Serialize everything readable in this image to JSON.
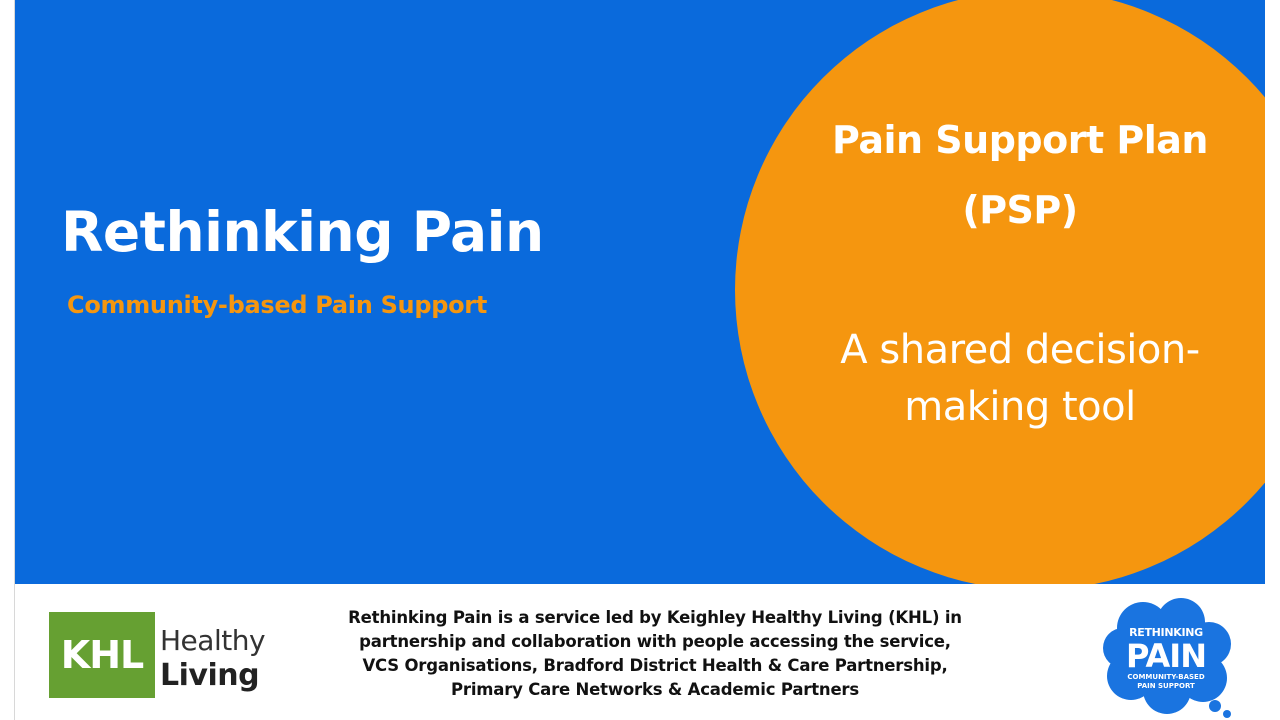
{
  "main": {
    "title": "Rethinking Pain",
    "subtitle": "Community-based Pain Support"
  },
  "circle": {
    "heading_line1": "Pain Support Plan",
    "heading_line2": "(PSP)",
    "tagline_line1": "A shared decision-",
    "tagline_line2": "making tool"
  },
  "footer": {
    "khl_logo": {
      "mark": "KHL",
      "word1": "Healthy",
      "word2": "Living"
    },
    "description_lines": [
      "Rethinking Pain is a service led by Keighley Healthy Living (KHL) in",
      "partnership and collaboration with people accessing the  service,",
      "VCS Organisations, Bradford District Health & Care Partnership,",
      "Primary Care Networks & Academic Partners"
    ],
    "rp_logo": {
      "line1": "RETHINKING",
      "line2": "PAIN",
      "line3": "COMMUNITY-BASED",
      "line4": "PAIN SUPPORT"
    }
  },
  "colors": {
    "blue": "#0a6adc",
    "orange": "#f5960f",
    "khl_green": "#66a032",
    "white": "#ffffff"
  }
}
